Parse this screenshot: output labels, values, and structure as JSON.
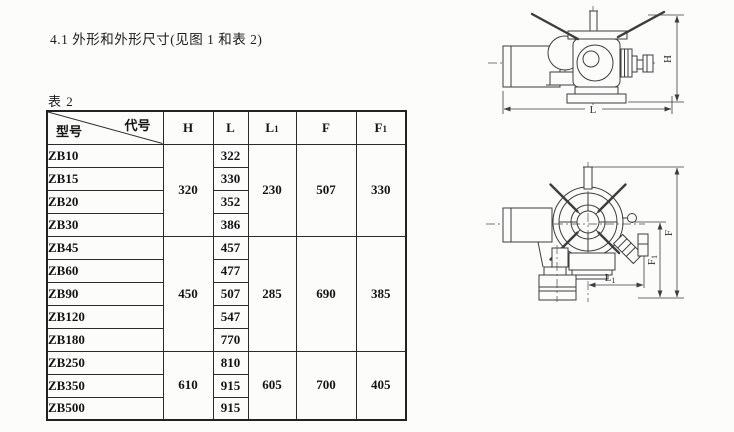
{
  "page": {
    "heading": "4.1 外形和外形尺寸(见图 1 和表 2)",
    "table_caption": "表 2"
  },
  "table": {
    "corner": {
      "bottom_left": "型号",
      "top_right": "代号"
    },
    "columns": [
      {
        "base": "H",
        "sub": ""
      },
      {
        "base": "L",
        "sub": ""
      },
      {
        "base": "L",
        "sub": "1"
      },
      {
        "base": "F",
        "sub": ""
      },
      {
        "base": "F",
        "sub": "1"
      }
    ],
    "groups": [
      {
        "H": "320",
        "L1": "230",
        "F": "507",
        "F1": "330",
        "rows": [
          {
            "model": "ZB10",
            "L": "322"
          },
          {
            "model": "ZB15",
            "L": "330"
          },
          {
            "model": "ZB20",
            "L": "352"
          },
          {
            "model": "ZB30",
            "L": "386"
          }
        ]
      },
      {
        "H": "450",
        "L1": "285",
        "F": "690",
        "F1": "385",
        "rows": [
          {
            "model": "ZB45",
            "L": "457"
          },
          {
            "model": "ZB60",
            "L": "477"
          },
          {
            "model": "ZB90",
            "L": "507"
          },
          {
            "model": "ZB120",
            "L": "547"
          },
          {
            "model": "ZB180",
            "L": "770"
          }
        ]
      },
      {
        "H": "610",
        "L1": "605",
        "F": "700",
        "F1": "405",
        "rows": [
          {
            "model": "ZB250",
            "L": "810"
          },
          {
            "model": "ZB350",
            "L": "915"
          },
          {
            "model": "ZB500",
            "L": "915"
          }
        ]
      }
    ]
  },
  "figures": {
    "front": {
      "h": "H",
      "l": "L"
    },
    "side": {
      "f": "F",
      "f1_base": "F",
      "f1_sub": "1",
      "l1_base": "L",
      "l1_sub": "1"
    }
  }
}
